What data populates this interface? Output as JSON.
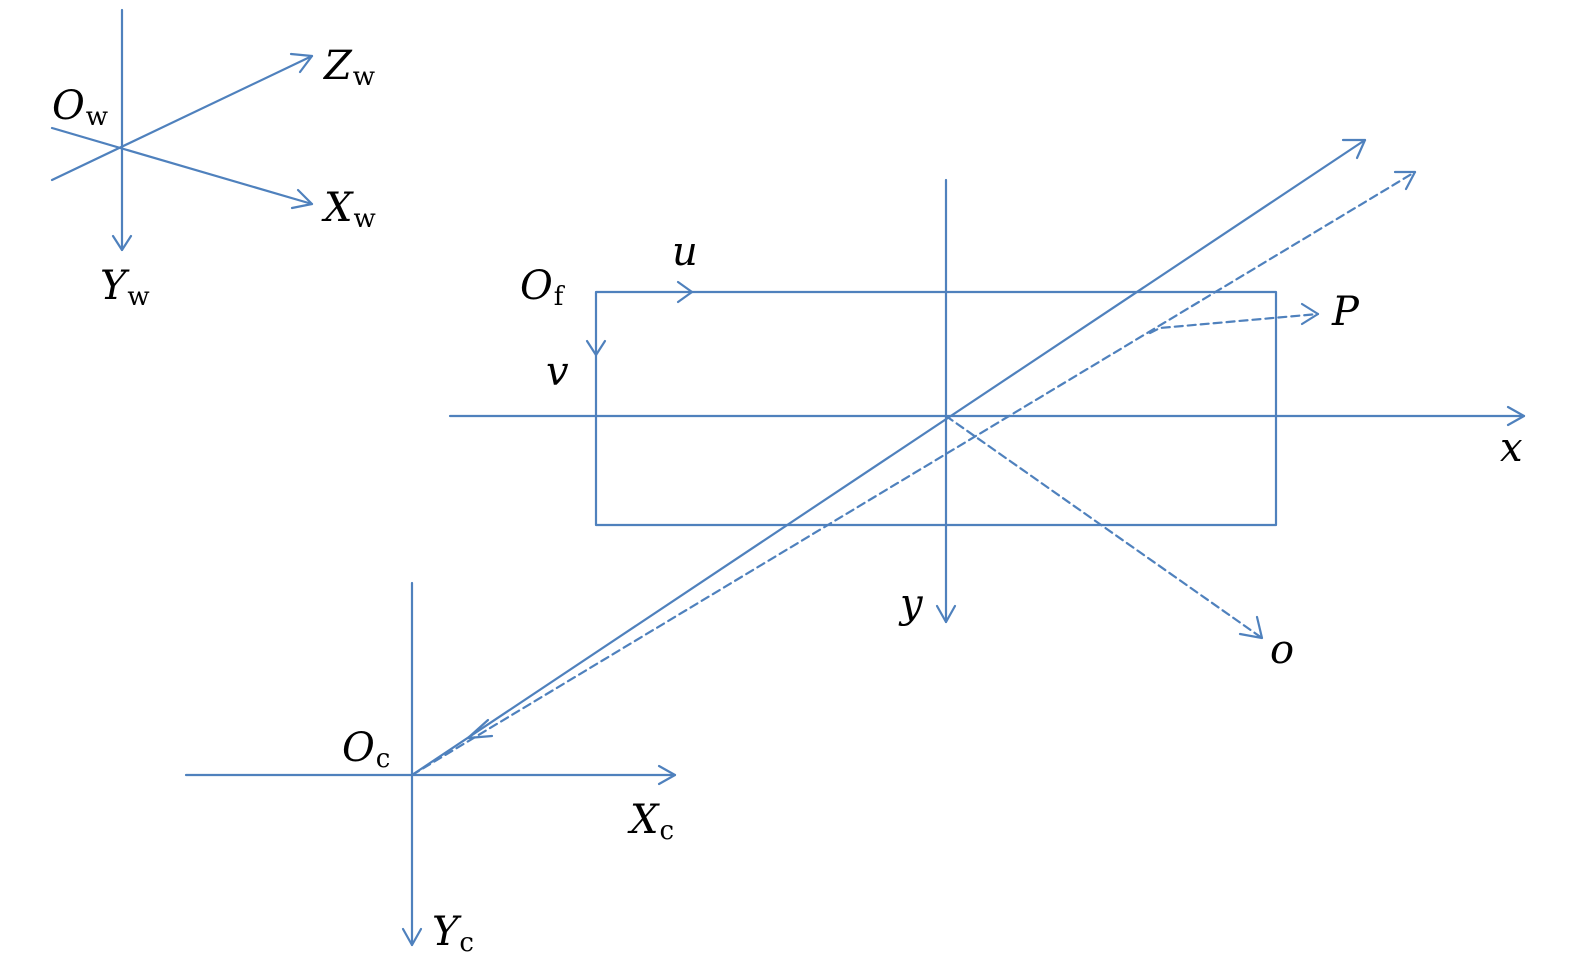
{
  "colors": {
    "axis": "#4f81bd",
    "text": "#000000"
  },
  "labels": {
    "Ow": {
      "main": "O",
      "sub": "w"
    },
    "Zw": {
      "main": "Z",
      "sub": "w"
    },
    "Xw": {
      "main": "X",
      "sub": "w"
    },
    "Yw": {
      "main": "Y",
      "sub": "w"
    },
    "Of": {
      "main": "O",
      "sub": "f"
    },
    "u": {
      "main": "u"
    },
    "v": {
      "main": "v"
    },
    "P": {
      "main": "P"
    },
    "x": {
      "main": "x"
    },
    "y": {
      "main": "y"
    },
    "o": {
      "main": "o"
    },
    "Oc": {
      "main": "O",
      "sub": "c"
    },
    "Xc": {
      "main": "X",
      "sub": "c"
    },
    "Yc": {
      "main": "Y",
      "sub": "c"
    }
  }
}
